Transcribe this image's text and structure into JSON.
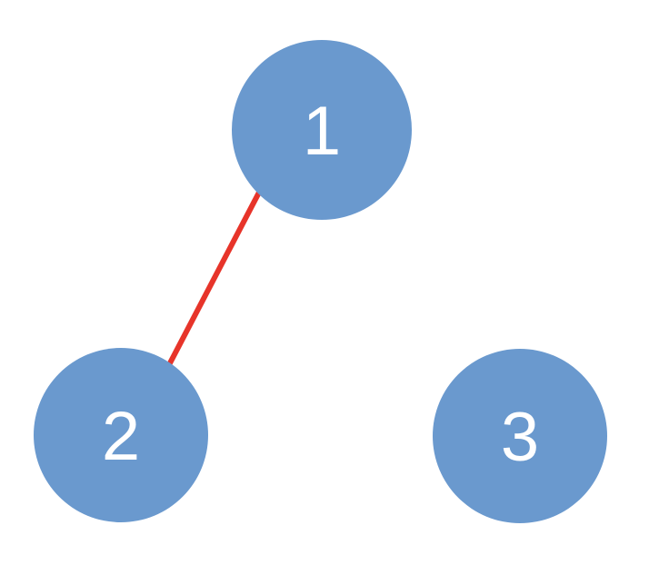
{
  "diagram": {
    "type": "graph",
    "background": "#ffffff",
    "nodes": [
      {
        "id": "1",
        "label": "1"
      },
      {
        "id": "2",
        "label": "2"
      },
      {
        "id": "3",
        "label": "3"
      }
    ],
    "edges": [
      {
        "from": "1",
        "to": "2"
      }
    ],
    "colors": {
      "node_fill": "#6A99CE",
      "node_label": "#FFFFFF",
      "edge_stroke": "#E7342A"
    }
  }
}
